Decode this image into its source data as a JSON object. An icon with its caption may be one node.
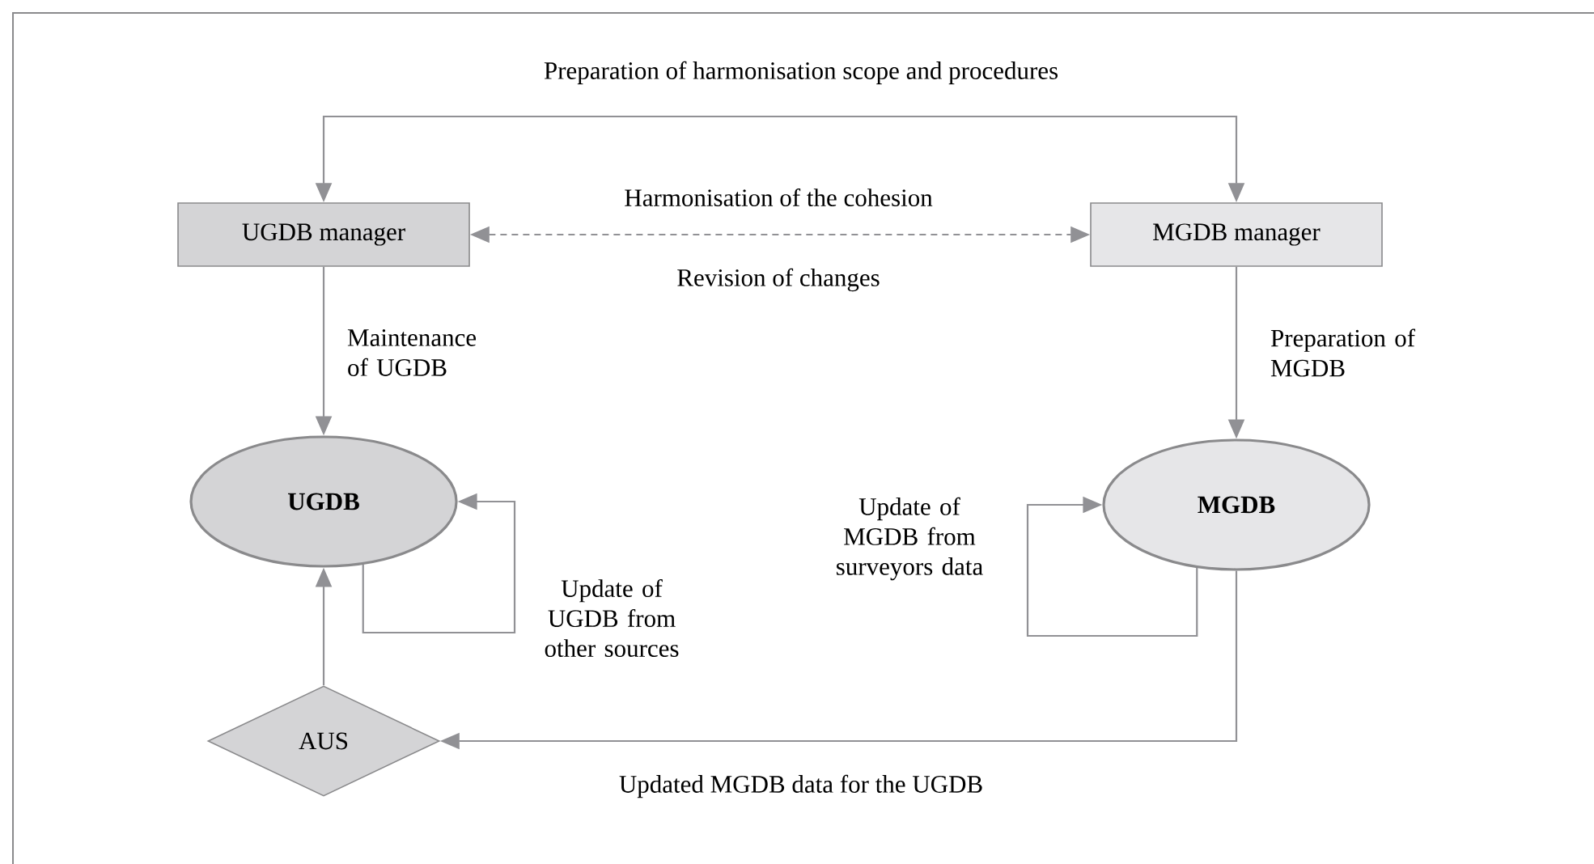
{
  "diagram": {
    "nodes": [
      {
        "text": [
          "UGDB manager"
        ]
      },
      {
        "text": [
          "MGDB manager"
        ]
      },
      {
        "text": [
          "UGDB"
        ]
      },
      {
        "text": [
          "MGDB"
        ]
      },
      {
        "text": [
          "AUS"
        ]
      }
    ],
    "edges": [
      {
        "from": 0,
        "to": 1,
        "arrow": "both",
        "label": "Preparation of harmonisation scope and procedures"
      },
      {
        "from": 0,
        "to": 1,
        "arrow": "both",
        "style": "dashed",
        "label": "Harmonisation of the cohesion"
      },
      {
        "from": 0,
        "to": 2,
        "arrow": "to",
        "label": "Maintenance of UGDB"
      },
      {
        "from": 1,
        "to": 3,
        "arrow": "to",
        "label": "Preparation of MGDB"
      },
      {
        "from": 2,
        "to": 2,
        "arrow": "to",
        "label": "Update of UGDB from other sources"
      },
      {
        "from": 3,
        "to": 3,
        "arrow": "to",
        "label": "Update of MGDB from surveyors data"
      },
      {
        "from": 3,
        "to": 4,
        "arrow": "to",
        "label": "Updated MGDB data for the UGDB"
      },
      {
        "from": 4,
        "to": 2,
        "arrow": "to"
      }
    ],
    "labels": [
      "Revision of changes"
    ]
  }
}
